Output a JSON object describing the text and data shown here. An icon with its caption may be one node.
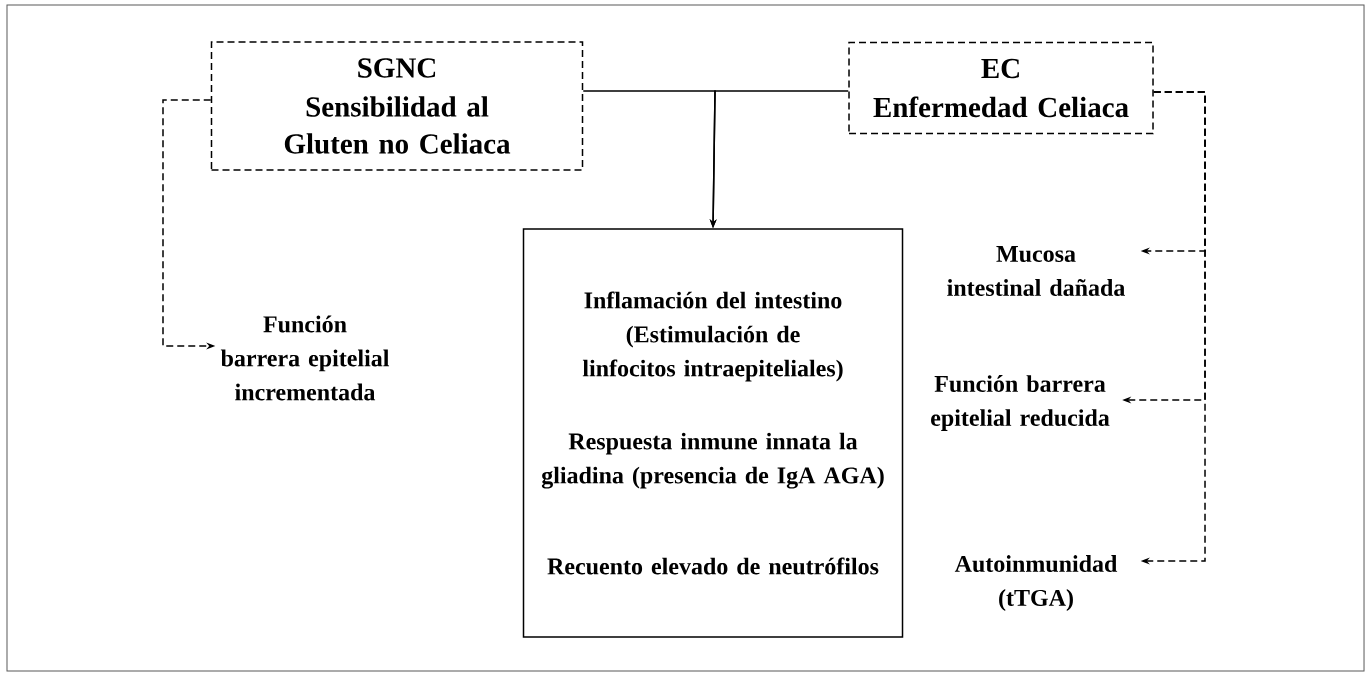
{
  "diagram": {
    "nodes": [
      {
        "text": [
          "SGNC",
          "Sensibilidad al Gluten no Celiaca"
        ]
      },
      {
        "text": [
          "EC",
          "Enfermedad Celiaca"
        ]
      },
      {
        "text": [
          "Inflamación del intestino (Estimulación de linfocitos intraepiteliales)",
          "Respuesta inmune innata la gliadina (presencia de IgA AGA)",
          "Recuento elevado de neutrófilos"
        ]
      },
      {
        "text": [
          "Función barrera epitelial incrementada"
        ]
      },
      {
        "text": [
          "Mucosa intestinal dañada"
        ]
      },
      {
        "text": [
          "Función barrera epitelial reducida"
        ]
      },
      {
        "text": [
          "Autoinmunidad (tTGA)"
        ]
      }
    ],
    "edges": [
      {
        "from": 0,
        "to": 2,
        "arrow": "to"
      },
      {
        "from": 1,
        "to": 2,
        "arrow": "to"
      },
      {
        "from": 0,
        "to": 3,
        "arrow": "to",
        "style": "dashed"
      },
      {
        "from": 1,
        "to": 4,
        "arrow": "to",
        "style": "dashed"
      },
      {
        "from": 1,
        "to": 5,
        "arrow": "to",
        "style": "dashed"
      },
      {
        "from": 1,
        "to": 6,
        "arrow": "to",
        "style": "dashed"
      }
    ]
  }
}
